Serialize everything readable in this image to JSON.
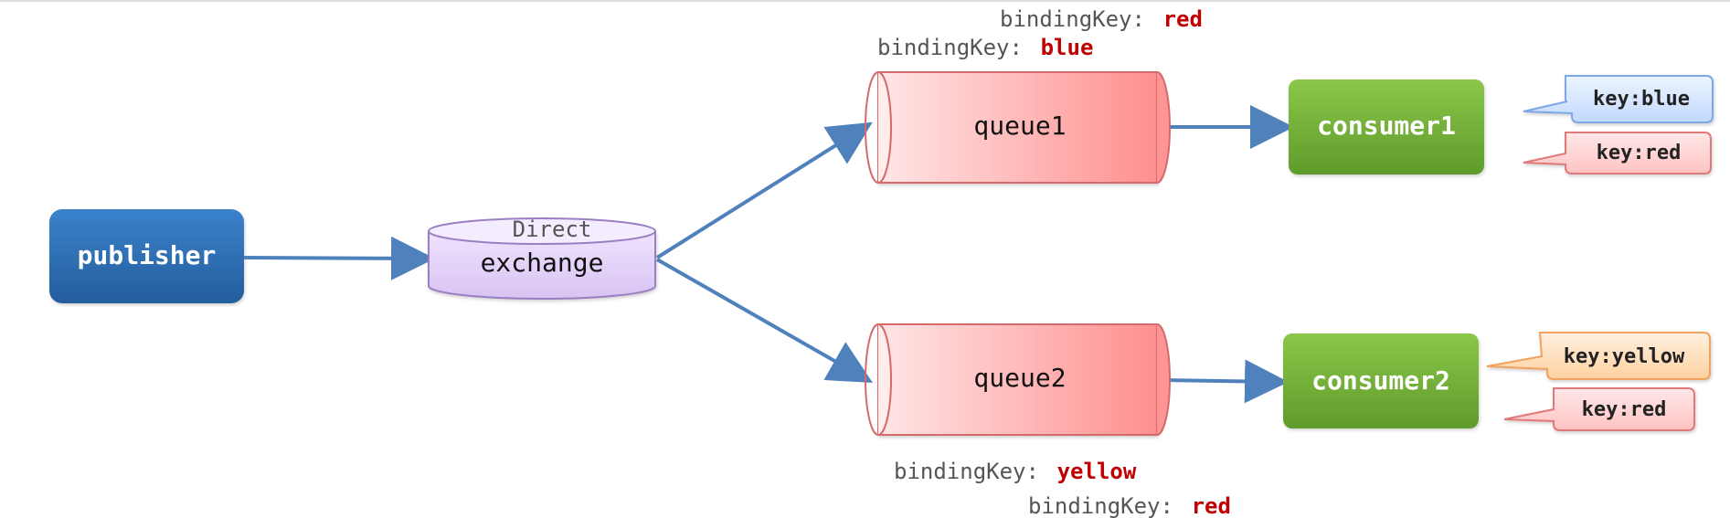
{
  "diagram": {
    "publisher": "publisher",
    "exchange": {
      "type_label": "Direct",
      "label": "exchange"
    },
    "queues": [
      {
        "label": "queue1"
      },
      {
        "label": "queue2"
      }
    ],
    "consumers": [
      {
        "label": "consumer1"
      },
      {
        "label": "consumer2"
      }
    ],
    "binding_prefix": "bindingKey:",
    "queue1_bindings": [
      {
        "prefix": "bindingKey:",
        "key": "red"
      },
      {
        "prefix": "bindingKey:",
        "key": "blue"
      }
    ],
    "queue2_bindings": [
      {
        "prefix": "bindingKey:",
        "key": "yellow"
      },
      {
        "prefix": "bindingKey:",
        "key": "red"
      }
    ],
    "consumer1_keys": [
      "key:blue",
      "key:red"
    ],
    "consumer2_keys": [
      "key:yellow",
      "key:red"
    ]
  },
  "colors": {
    "publisher": "#2f6fb5",
    "exchange": "#d9c7f5",
    "queue": "#ff9d9d",
    "consumer": "#77b53c",
    "arrow": "#4f81bd",
    "key_text": "#c00000",
    "bubble_blue": "#cfe1ff",
    "bubble_red": "#ffc9c9",
    "bubble_orange": "#ffd8ad"
  }
}
